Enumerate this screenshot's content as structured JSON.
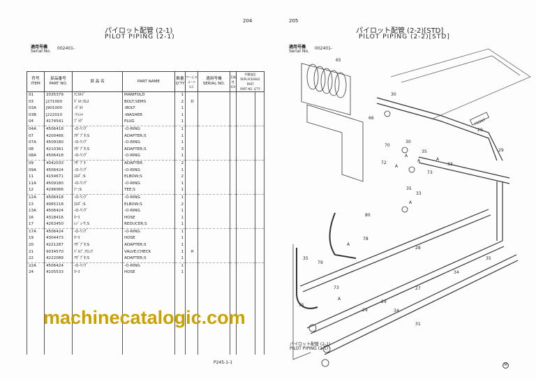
{
  "left_page": {
    "page_number": "204",
    "title_jp": "パイロット配管 (2-1)",
    "title_en": "PILOT PIPING (2-1)",
    "serial_label_jp": "適用号機",
    "serial_label_en": "Serial No.",
    "serial_value": "002401-",
    "footer": "P245-1-1",
    "table": {
      "headers": {
        "item_jp": "符号",
        "item_en": "ITEM",
        "part_no_jp": "部品番号",
        "part_no_en": "PART NO.",
        "name_jp": "部 品 名",
        "name_en": "PART NAME",
        "qty_jp": "数量",
        "qty_en": "Q'TY",
        "sc_jp": "サービスコード",
        "sc_en": "S.C",
        "serial_jp": "適用号機",
        "serial_en": "SERIAL NO.",
        "ica_jp": "互換性",
        "ica_en": "ICA",
        "repl_jp": "代替部品",
        "repl_en": "REPLACEABLE PART",
        "repl_part_jp": "部品番号",
        "repl_part_en": "PART NO.",
        "repl_qty_jp": "数量",
        "repl_qty_en": "Q'TY"
      },
      "rows": [
        {
          "item": "01",
          "part_no": "2035379",
          "name_jp": "ﾏﾆﾎﾙﾄﾞ",
          "name_en": "MANIFOLD",
          "qty": "1",
          "sc": ""
        },
        {
          "item": "03",
          "part_no": "J271000",
          "name_jp": "ﾎﾞﾙﾄ;ｾﾑｽ",
          "name_en": "BOLT;SEMS",
          "qty": "2",
          "sc": "D"
        },
        {
          "item": "03A",
          "part_no": "J901000",
          "name_jp": "-ﾎﾞﾙﾄ",
          "name_en": "-BOLT",
          "qty": "1",
          "sc": ""
        },
        {
          "item": "03B",
          "part_no": "J222010",
          "name_jp": "-ﾜｯｼｬ",
          "name_en": "-WASHER",
          "qty": "1",
          "sc": ""
        },
        {
          "item": "04",
          "part_no": "4174541",
          "name_jp": "ﾌﾟﾗｸﾞ",
          "name_en": "PLUG",
          "qty": "1",
          "sc": ""
        },
        {
          "item": "04A",
          "part_no": "4506418",
          "name_jp": "-O-ﾘﾝｸﾞ",
          "name_en": "-O-RING",
          "qty": "1",
          "sc": ""
        },
        {
          "item": "07",
          "part_no": "4200466",
          "name_jp": "ｱﾀﾞﾌﾟﾀ;S",
          "name_en": "ADAPTER;S",
          "qty": "1",
          "sc": ""
        },
        {
          "item": "07A",
          "part_no": "4509180",
          "name_jp": "-O-ﾘﾝｸﾞ",
          "name_en": "-O-RING",
          "qty": "1",
          "sc": ""
        },
        {
          "item": "08",
          "part_no": "4210361",
          "name_jp": "ｱﾀﾞﾌﾟﾀ;S",
          "name_en": "ADAPTER;S",
          "qty": "3",
          "sc": ""
        },
        {
          "item": "08A",
          "part_no": "4506418",
          "name_jp": "-O-ﾘﾝｸﾞ",
          "name_en": "-O-RING",
          "qty": "1",
          "sc": ""
        },
        {
          "item": "09",
          "part_no": "4042033",
          "name_jp": "ｱﾀﾞﾌﾟﾀ",
          "name_en": "ADAPTER",
          "qty": "2",
          "sc": ""
        },
        {
          "item": "09A",
          "part_no": "4506424",
          "name_jp": "-O-ﾘﾝｸﾞ",
          "name_en": "-O-RING",
          "qty": "1",
          "sc": ""
        },
        {
          "item": "11",
          "part_no": "4154671",
          "name_jp": "ｴﾙﾎﾞ;S",
          "name_en": "ELBOW;S",
          "qty": "2",
          "sc": ""
        },
        {
          "item": "11A",
          "part_no": "4509180",
          "name_jp": "-O-ﾘﾝｸﾞ",
          "name_en": "-O-RING",
          "qty": "1",
          "sc": ""
        },
        {
          "item": "12",
          "part_no": "4296066",
          "name_jp": "ﾃｰ;S",
          "name_en": "TEE;S",
          "qty": "1",
          "sc": ""
        },
        {
          "item": "12A",
          "part_no": "4506418",
          "name_jp": "-O-ﾘﾝｸﾞ",
          "name_en": "-O-RING",
          "qty": "1",
          "sc": ""
        },
        {
          "item": "13",
          "part_no": "4065118",
          "name_jp": "ｴﾙﾎﾞ;S",
          "name_en": "ELBOW;S",
          "qty": "2",
          "sc": ""
        },
        {
          "item": "13A",
          "part_no": "4506424",
          "name_jp": "-O-ﾘﾝｸﾞ",
          "name_en": "-O-RING",
          "qty": "1",
          "sc": ""
        },
        {
          "item": "16",
          "part_no": "4318416",
          "name_jp": "ﾎｰｽ",
          "name_en": "HOSE",
          "qty": "1",
          "sc": ""
        },
        {
          "item": "17",
          "part_no": "4263450",
          "name_jp": "ﾚｼﾞｭｰｻ;S",
          "name_en": "REDUCER;S",
          "qty": "1",
          "sc": ""
        },
        {
          "item": "17A",
          "part_no": "4506424",
          "name_jp": "-O-ﾘﾝｸﾞ",
          "name_en": "-O-RING",
          "qty": "1",
          "sc": ""
        },
        {
          "item": "19",
          "part_no": "4304473",
          "name_jp": "ﾎｰｽ",
          "name_en": "HOSE",
          "qty": "1",
          "sc": ""
        },
        {
          "item": "20",
          "part_no": "4221287",
          "name_jp": "ｱﾀﾞﾌﾟﾀ;S",
          "name_en": "ADAPTER;S",
          "qty": "1",
          "sc": ""
        },
        {
          "item": "21",
          "part_no": "9034570",
          "name_jp": "ﾊﾞﾙﾌﾞ;ﾁｴｯｸ",
          "name_en": "VALVE;CHECK",
          "qty": "1",
          "sc": "H"
        },
        {
          "item": "22",
          "part_no": "4222089",
          "name_jp": "ｱﾀﾞﾌﾟﾀ;S",
          "name_en": "ADAPTER;S",
          "qty": "1",
          "sc": ""
        },
        {
          "item": "22A",
          "part_no": "4506424",
          "name_jp": "-O-ﾘﾝｸﾞ",
          "name_en": "-O-RING",
          "qty": "1",
          "sc": ""
        },
        {
          "item": "24",
          "part_no": "4105533",
          "name_jp": "ﾎｰｽ",
          "name_en": "HOSE",
          "qty": "1",
          "sc": ""
        }
      ]
    }
  },
  "right_page": {
    "page_number": "205",
    "title_jp": "パイロット配管 (2-2)[STD]",
    "title_en": "PILOT PIPING (2-2)[STD]",
    "serial_label_jp": "適用号機",
    "serial_label_en": "Serial No.",
    "serial_value": "002401-",
    "ref_jp": "パイロット配管 (2-1)",
    "ref_en": "PILOT PIPING (2-1)",
    "front_label": "FRONT",
    "corner_mark": "M",
    "callouts": [
      "65",
      "30",
      "66",
      "29",
      "29",
      "70",
      "30",
      "35",
      "33",
      "72",
      "73",
      "35",
      "33",
      "80",
      "78",
      "28",
      "35",
      "79",
      "35",
      "34",
      "27",
      "73",
      "75",
      "29",
      "29",
      "34",
      "31"
    ],
    "connection_marks": [
      "A",
      "A",
      "A",
      "A",
      "A",
      "A",
      "A"
    ]
  },
  "watermark": "machinecatalogic.com",
  "colors": {
    "watermark": "#caa200",
    "ink": "#222222"
  }
}
